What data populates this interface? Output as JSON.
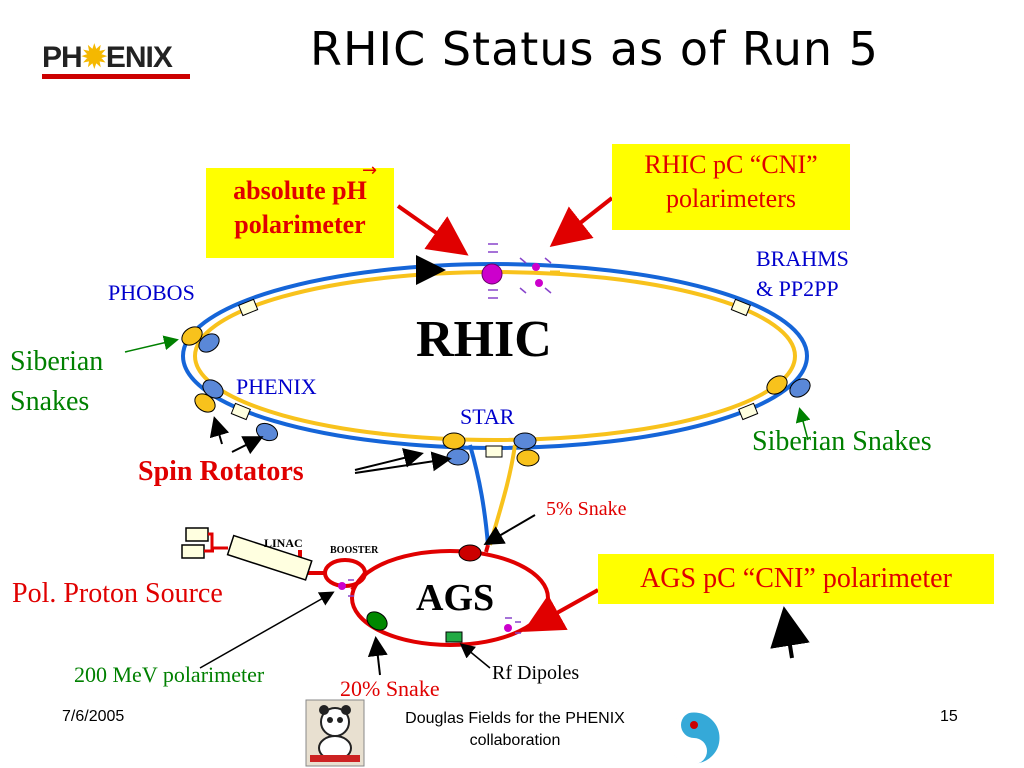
{
  "header": {
    "logo_text_left": "PH",
    "logo_text_right": "ENIX",
    "title": "RHIC Status as of Run 5"
  },
  "labels": {
    "absolute_ph_line1": "absolute pH",
    "absolute_ph_line2": "polarimeter",
    "rhic_pc_line1": "RHIC pC “CNI”",
    "rhic_pc_line2": "polarimeters",
    "phobos": "PHOBOS",
    "brahms_line1": "BRAHMS",
    "brahms_line2": "& PP2PP",
    "rhic": "RHIC",
    "siberian_left_line1": "Siberian",
    "siberian_left_line2": "Snakes",
    "phenix": "PHENIX",
    "star": "STAR",
    "siberian_right": "Siberian Snakes",
    "spin_rotators": "Spin Rotators",
    "five_pct_snake": "5% Snake",
    "linac": "LINAC",
    "booster": "BOOSTER",
    "ags": "AGS",
    "ags_pc": "AGS pC “CNI” polarimeter",
    "pol_proton_source": "Pol. Proton Source",
    "polarimeter_200mev": "200 MeV polarimeter",
    "twenty_pct_snake": "20% Snake",
    "rf_dipoles": "Rf Dipoles"
  },
  "footer": {
    "date": "7/6/2005",
    "author_line1": "Douglas Fields for the PHENIX",
    "author_line2": "collaboration",
    "page_number": "15"
  },
  "colors": {
    "ring_blue": "#1565d8",
    "ring_yellow": "#f8c21c",
    "injection_red": "#e00000",
    "highlight_yellow": "#ffff00",
    "label_blue": "#0000cc",
    "label_green": "#008000",
    "label_red": "#e00000"
  },
  "icons": [
    "phenix-logo",
    "panda-icon",
    "yin-yang-icon",
    "siberian-snake-icon",
    "spin-rotator-icon"
  ]
}
